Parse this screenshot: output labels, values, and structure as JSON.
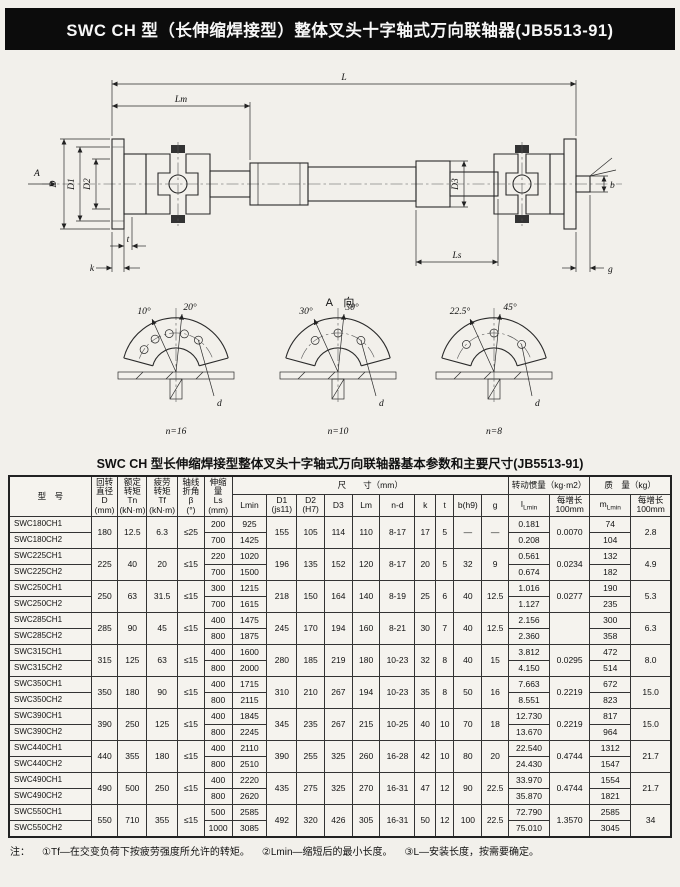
{
  "banner": {
    "title": "SWC CH 型（长伸缩焊接型）整体叉头十字轴式万向联轴器(JB5513-91)"
  },
  "drawing": {
    "view_arrow_label": "A",
    "view_direction_label": "A　向",
    "dim_labels": {
      "l": "L",
      "lm": "Lm",
      "ls": "Ls",
      "d": "D",
      "d1": "D1",
      "d2": "D2",
      "d3": "D3",
      "t": "t",
      "k": "k",
      "b": "b",
      "g": "g"
    },
    "details": [
      {
        "angle_outer": "10°",
        "angle_inner": "20°",
        "hole_count": "n=16",
        "hole_dia": "d"
      },
      {
        "angle_outer": "30°",
        "angle_inner": "30°",
        "hole_count": "n=10",
        "hole_dia": "d"
      },
      {
        "angle_outer": "22.5°",
        "angle_inner": "45°",
        "hole_count": "n=8",
        "hole_dia": "d"
      }
    ]
  },
  "table": {
    "title": "SWC CH 型长伸缩焊接型整体叉头十字轴式万向联轴器基本参数和主要尺寸(JB5513-91)",
    "header": {
      "model": "型　号",
      "d": "回转\n直径\nD\n(mm)",
      "tn": "额定\n转矩\nTn\n(kN·m)",
      "tf": "疲劳\n转矩\nTf\n(kN·m)",
      "beta": "轴线\n折角\nβ\n(°)",
      "ls": "伸缩\n量\nLs\n(mm)",
      "size_group": "尺　　寸（mm）",
      "lmin": "Lmin",
      "d1": "D1\n(js11)",
      "d2": "D2\n(H7)",
      "d3": "D3",
      "lm": "Lm",
      "nd": "n-d",
      "k": "k",
      "t": "t",
      "b": "b(h9)",
      "g": "g",
      "inertia_group": "转动惯量（kg·m2）",
      "inertia_sym": {
        "main": "I",
        "sub": "Lmin"
      },
      "mass_group": "质　量（kg）",
      "mass_sym": {
        "main": "m",
        "sub": "Lmin"
      },
      "per100": "每增长\n100mm"
    },
    "groups": [
      {
        "d": "180",
        "tn": "12.5",
        "tf": "6.3",
        "beta": "≤25",
        "d1": "155",
        "d2": "105",
        "d3": "114",
        "lm": "110",
        "nd": "8-17",
        "k": "17",
        "t": "5",
        "b": "—",
        "g": "—",
        "j_per": "0.0070",
        "m_per": "2.8",
        "rows": [
          {
            "model": "SWC180CH1",
            "ls": "200",
            "lmin": "925",
            "j": "0.181",
            "m": "74"
          },
          {
            "model": "SWC180CH2",
            "ls": "700",
            "lmin": "1425",
            "j": "0.208",
            "m": "104"
          }
        ]
      },
      {
        "d": "225",
        "tn": "40",
        "tf": "20",
        "beta": "≤15",
        "d1": "196",
        "d2": "135",
        "d3": "152",
        "lm": "120",
        "nd": "8-17",
        "k": "20",
        "t": "5",
        "b": "32",
        "g": "9",
        "j_per": "0.0234",
        "m_per": "4.9",
        "rows": [
          {
            "model": "SWC225CH1",
            "ls": "220",
            "lmin": "1020",
            "j": "0.561",
            "m": "132"
          },
          {
            "model": "SWC225CH2",
            "ls": "700",
            "lmin": "1500",
            "j": "0.674",
            "m": "182"
          }
        ]
      },
      {
        "d": "250",
        "tn": "63",
        "tf": "31.5",
        "beta": "≤15",
        "d1": "218",
        "d2": "150",
        "d3": "164",
        "lm": "140",
        "nd": "8-19",
        "k": "25",
        "t": "6",
        "b": "40",
        "g": "12.5",
        "j_per": "0.0277",
        "m_per": "5.3",
        "rows": [
          {
            "model": "SWC250CH1",
            "ls": "300",
            "lmin": "1215",
            "j": "1.016",
            "m": "190"
          },
          {
            "model": "SWC250CH2",
            "ls": "700",
            "lmin": "1615",
            "j": "1.127",
            "m": "235"
          }
        ]
      },
      {
        "d": "285",
        "tn": "90",
        "tf": "45",
        "beta": "≤15",
        "d1": "245",
        "d2": "170",
        "d3": "194",
        "lm": "160",
        "nd": "8-21",
        "k": "30",
        "t": "7",
        "b": "40",
        "g": "12.5",
        "j_per": "",
        "m_per": "6.3",
        "rows": [
          {
            "model": "SWC285CH1",
            "ls": "400",
            "lmin": "1475",
            "j": "2.156",
            "m": "300"
          },
          {
            "model": "SWC285CH2",
            "ls": "800",
            "lmin": "1875",
            "j": "2.360",
            "m": "358"
          }
        ]
      },
      {
        "d": "315",
        "tn": "125",
        "tf": "63",
        "beta": "≤15",
        "d1": "280",
        "d2": "185",
        "d3": "219",
        "lm": "180",
        "nd": "10-23",
        "k": "32",
        "t": "8",
        "b": "40",
        "g": "15",
        "j_per": "0.0295",
        "m_per": "8.0",
        "rows": [
          {
            "model": "SWC315CH1",
            "ls": "400",
            "lmin": "1600",
            "j": "3.812",
            "m": "472"
          },
          {
            "model": "SWC315CH2",
            "ls": "800",
            "lmin": "2000",
            "j": "4.150",
            "m": "514"
          }
        ]
      },
      {
        "d": "350",
        "tn": "180",
        "tf": "90",
        "beta": "≤15",
        "d1": "310",
        "d2": "210",
        "d3": "267",
        "lm": "194",
        "nd": "10-23",
        "k": "35",
        "t": "8",
        "b": "50",
        "g": "16",
        "j_per": "0.2219",
        "m_per": "15.0",
        "rows": [
          {
            "model": "SWC350CH1",
            "ls": "400",
            "lmin": "1715",
            "j": "7.663",
            "m": "672"
          },
          {
            "model": "SWC350CH2",
            "ls": "800",
            "lmin": "2115",
            "j": "8.551",
            "m": "823"
          }
        ]
      },
      {
        "d": "390",
        "tn": "250",
        "tf": "125",
        "beta": "≤15",
        "d1": "345",
        "d2": "235",
        "d3": "267",
        "lm": "215",
        "nd": "10-25",
        "k": "40",
        "t": "10",
        "b": "70",
        "g": "18",
        "j_per": "0.2219",
        "m_per": "15.0",
        "rows": [
          {
            "model": "SWC390CH1",
            "ls": "400",
            "lmin": "1845",
            "j": "12.730",
            "m": "817"
          },
          {
            "model": "SWC390CH2",
            "ls": "800",
            "lmin": "2245",
            "j": "13.670",
            "m": "964"
          }
        ]
      },
      {
        "d": "440",
        "tn": "355",
        "tf": "180",
        "beta": "≤15",
        "d1": "390",
        "d2": "255",
        "d3": "325",
        "lm": "260",
        "nd": "16-28",
        "k": "42",
        "t": "10",
        "b": "80",
        "g": "20",
        "j_per": "0.4744",
        "m_per": "21.7",
        "rows": [
          {
            "model": "SWC440CH1",
            "ls": "400",
            "lmin": "2110",
            "j": "22.540",
            "m": "1312"
          },
          {
            "model": "SWC440CH2",
            "ls": "800",
            "lmin": "2510",
            "j": "24.430",
            "m": "1547"
          }
        ]
      },
      {
        "d": "490",
        "tn": "500",
        "tf": "250",
        "beta": "≤15",
        "d1": "435",
        "d2": "275",
        "d3": "325",
        "lm": "270",
        "nd": "16-31",
        "k": "47",
        "t": "12",
        "b": "90",
        "g": "22.5",
        "j_per": "0.4744",
        "m_per": "21.7",
        "rows": [
          {
            "model": "SWC490CH1",
            "ls": "400",
            "lmin": "2220",
            "j": "33.970",
            "m": "1554"
          },
          {
            "model": "SWC490CH2",
            "ls": "800",
            "lmin": "2620",
            "j": "35.870",
            "m": "1821"
          }
        ]
      },
      {
        "d": "550",
        "tn": "710",
        "tf": "355",
        "beta": "≤15",
        "d1": "492",
        "d2": "320",
        "d3": "426",
        "lm": "305",
        "nd": "16-31",
        "k": "50",
        "t": "12",
        "b": "100",
        "g": "22.5",
        "j_per": "1.3570",
        "m_per": "34",
        "rows": [
          {
            "model": "SWC550CH1",
            "ls": "500",
            "lmin": "2585",
            "j": "72.790",
            "m": "2585"
          },
          {
            "model": "SWC550CH2",
            "ls": "1000",
            "lmin": "3085",
            "j": "75.010",
            "m": "3045"
          }
        ]
      }
    ]
  },
  "notes_prefix": "注：",
  "notes": [
    "①Tf—在交变负荷下按疲劳强度所允许的转矩。",
    "②Lmin—缩短后的最小长度。",
    "③L—安装长度，按需要确定。"
  ]
}
